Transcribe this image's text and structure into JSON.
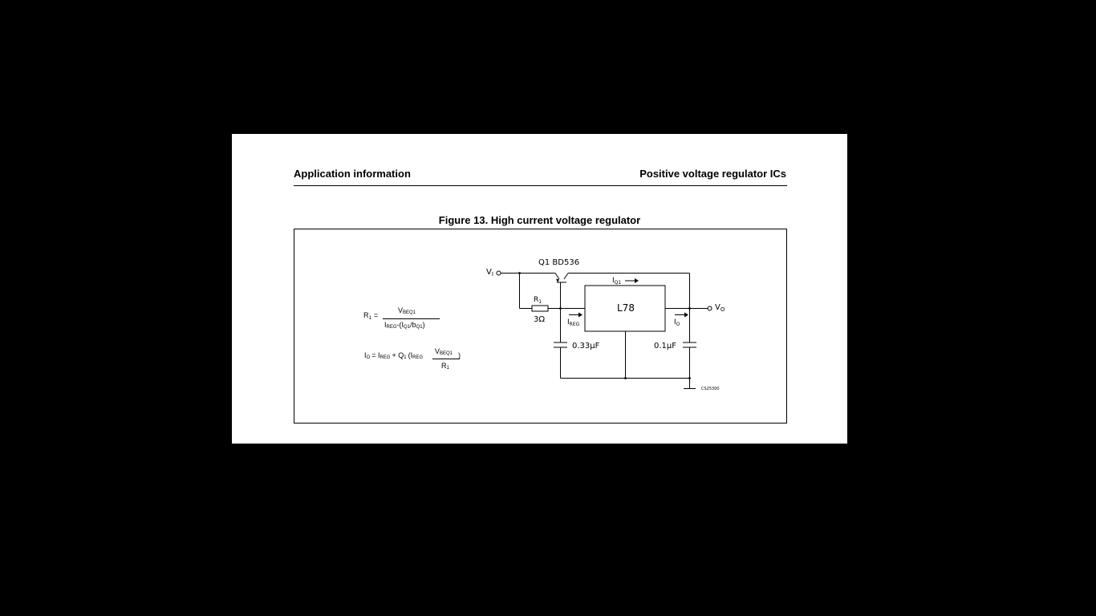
{
  "header": {
    "left": "Application information",
    "right": "Positive voltage regulator ICs"
  },
  "figure": {
    "caption": "Figure 13. High current voltage regulator",
    "schematic": {
      "vi": "V",
      "vi_sub": "I",
      "vo": "V",
      "vo_sub": "O",
      "transistor": "Q1  BD536",
      "r1": "R",
      "r1_sub": "1",
      "r1_value": "3Ω",
      "iq1": "I",
      "iq1_sub": "Q1",
      "ireg": "I",
      "ireg_sub": "REG",
      "io": "I",
      "io_sub": "O",
      "ic": "L78",
      "c_in": "0.33µF",
      "c_out": "0.1µF",
      "code": "CS25300"
    },
    "formula1": {
      "lhs": "R",
      "lhs_sub": "1",
      "eq": "=",
      "num": "V",
      "num_sub": "BEQ1",
      "den_a": "I",
      "den_a_sub": "REG",
      "den_b": "-(I",
      "den_b_sub": "Q1",
      "den_c": "/b",
      "den_c_sub": "Q1",
      "den_d": ")"
    },
    "formula2": {
      "lhs": "I",
      "lhs_sub": "O",
      "eq": "= I",
      "ireg_sub": "REG",
      "mid": "+ Q",
      "mid_sub": "1",
      "paren": "(I",
      "paren_sub": "REG",
      "num": "V",
      "num_sub": "BEQ1",
      "den": "R",
      "den_sub": "1",
      "close": ")"
    }
  }
}
